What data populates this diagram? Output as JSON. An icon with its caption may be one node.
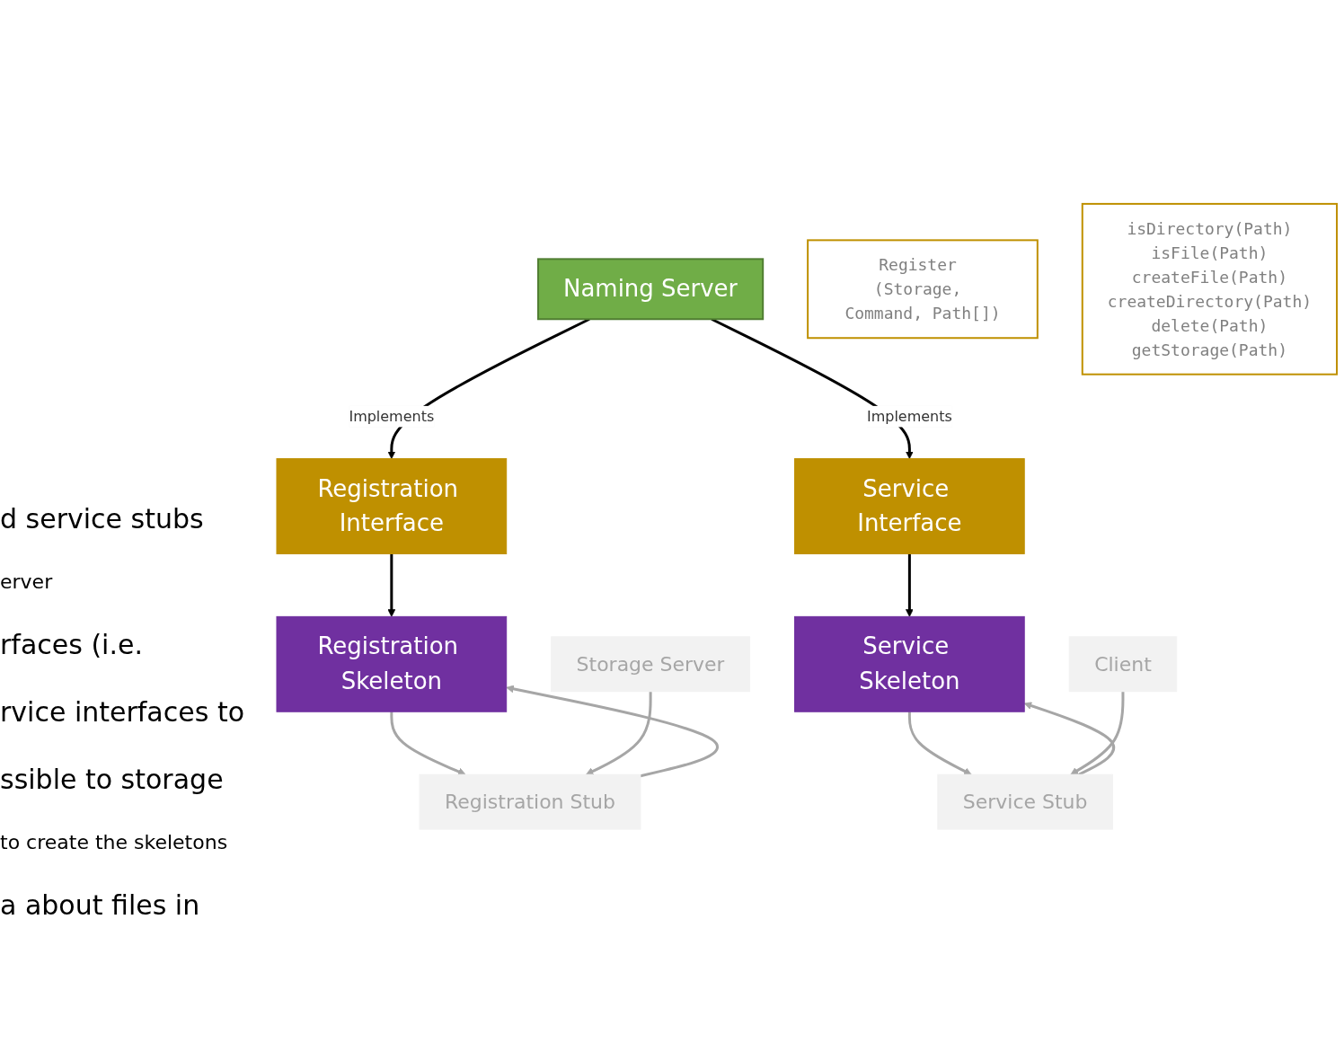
{
  "diagram": {
    "nodes": [
      {
        "text": [
          "Naming Server"
        ]
      },
      {
        "text": [
          "Register (Storage, Command, Path[])"
        ]
      },
      {
        "text": [
          "Registration Interface"
        ]
      },
      {
        "text": [
          "Service Interface"
        ]
      },
      {
        "text": [
          "isDirectory(Path)",
          "isFile(Path)",
          "createFile(Path)",
          "createDirectory(Path)",
          "delete(Path)",
          "getStorage(Path)"
        ]
      },
      {
        "text": [
          "Registration Skeleton"
        ]
      },
      {
        "text": [
          "Service Skeleton"
        ]
      },
      {
        "text": [
          "Registration Stub"
        ]
      },
      {
        "text": [
          "Service Stub"
        ]
      },
      {
        "text": [
          "Storage Server"
        ]
      },
      {
        "text": [
          "Client"
        ]
      }
    ],
    "edges": [
      {
        "from": 0,
        "to": 2,
        "arrow": "to",
        "label": "Implements",
        "color": "#000000"
      },
      {
        "from": 0,
        "to": 3,
        "arrow": "to",
        "label": "Implements",
        "color": "#000000"
      },
      {
        "from": 2,
        "to": 5,
        "arrow": "to",
        "color": "#000000"
      },
      {
        "from": 3,
        "to": 6,
        "arrow": "to",
        "color": "#000000"
      },
      {
        "from": 7,
        "to": 5,
        "arrow": "to"
      },
      {
        "from": 5,
        "to": 7,
        "arrow": "to"
      },
      {
        "from": 8,
        "to": 6,
        "arrow": "to"
      },
      {
        "from": 6,
        "to": 8,
        "arrow": "to"
      },
      {
        "from": 9,
        "to": 7,
        "arrow": "to"
      },
      {
        "from": 10,
        "to": 8,
        "arrow": "to"
      }
    ],
    "labels": [
      "d service stubs",
      "erver",
      "rfaces (i.e.",
      "rvice interfaces to",
      "ssible to storage",
      "to create the skeletons",
      "a about files in"
    ]
  }
}
